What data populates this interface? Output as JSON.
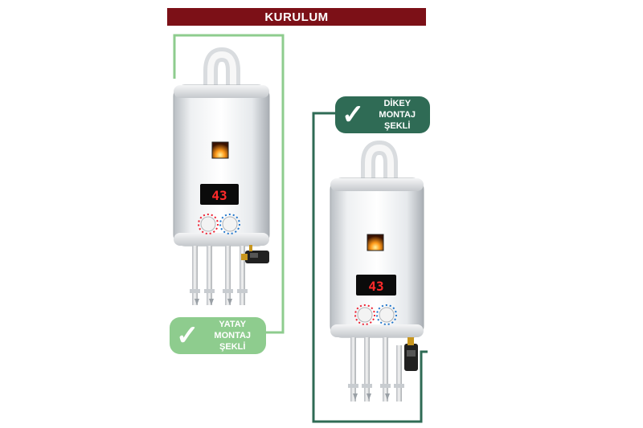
{
  "header": {
    "title": "KURULUM"
  },
  "badges": {
    "horizontal": {
      "line1": "YATAY",
      "line2": "MONTAJ ŞEKLİ"
    },
    "vertical": {
      "line1": "DİKEY",
      "line2": "MONTAJ ŞEKLİ"
    }
  },
  "boilers": {
    "horizontal": {
      "display_value": "43"
    },
    "vertical": {
      "display_value": "43"
    }
  },
  "colors": {
    "title_bar": "#7c1017",
    "horizontal_accent": "#8ecc8e",
    "vertical_accent": "#2f6b55",
    "display_digits": "#ff2a2a"
  },
  "icons": [
    "check-icon",
    "flame-icon",
    "temperature-knob-icon",
    "pipe-valve-icon"
  ]
}
